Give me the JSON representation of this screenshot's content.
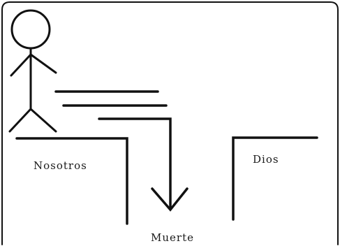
{
  "diagram": {
    "labels": {
      "left": "Nosotros",
      "right": "Dios",
      "bottom": "Muerte"
    },
    "icons": {
      "figure": "stick-figure-icon",
      "arrow": "arrow-down-icon"
    },
    "colors": {
      "stroke": "#111111",
      "background": "#ffffff"
    }
  }
}
